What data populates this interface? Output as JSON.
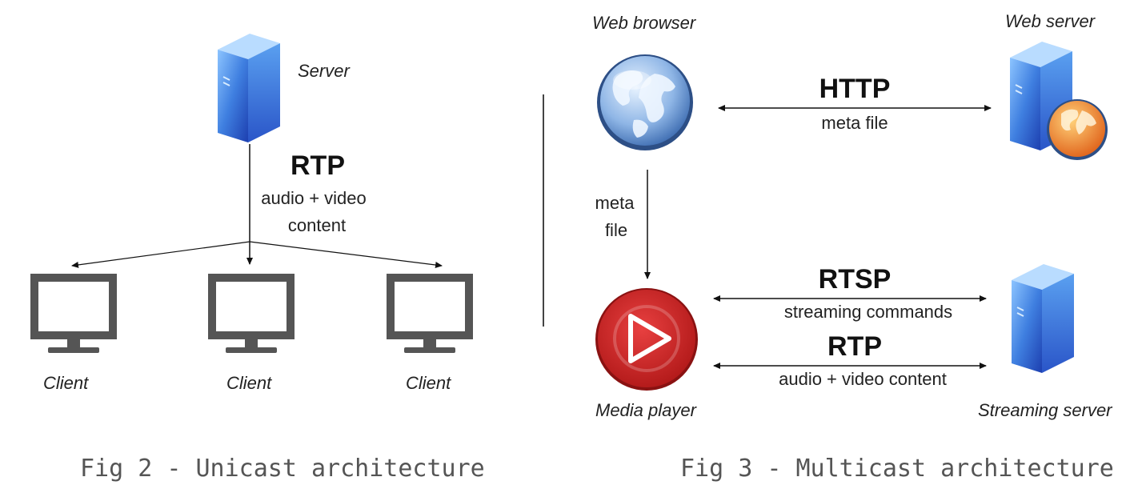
{
  "fig2": {
    "server_label": "Server",
    "protocol": "RTP",
    "content_line1": "audio + video",
    "content_line2": "content",
    "clients": [
      "Client",
      "Client",
      "Client"
    ],
    "caption": "Fig 2 - Unicast architecture"
  },
  "fig3": {
    "web_browser_label": "Web browser",
    "web_server_label": "Web server",
    "media_player_label": "Media player",
    "streaming_server_label": "Streaming server",
    "http_protocol": "HTTP",
    "http_sub": "meta file",
    "meta_line1": "meta",
    "meta_line2": "file",
    "rtsp_protocol": "RTSP",
    "rtsp_sub": "streaming commands",
    "rtp_protocol": "RTP",
    "rtp_sub": "audio + video content",
    "caption": "Fig 3 - Multicast architecture"
  },
  "colors": {
    "server_blue": "#3f7fe0",
    "monitor_gray": "#555555",
    "player_red": "#d62a2a",
    "globe_blue": "#5b8fd0",
    "caption_gray": "#555555"
  }
}
